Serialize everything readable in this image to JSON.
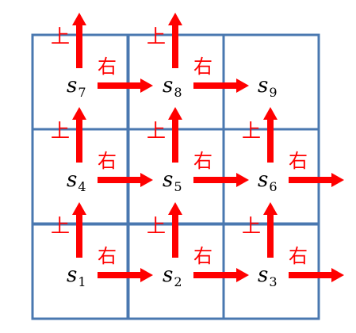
{
  "colors": {
    "grid": "#4a78b0",
    "arrow": "#ff0000",
    "label": "#ff0000",
    "text": "#000000"
  },
  "grid": {
    "rows": 3,
    "cols": 3
  },
  "states": [
    {
      "id": "s7",
      "letter": "s",
      "sub": "7",
      "row": 0,
      "col": 0
    },
    {
      "id": "s8",
      "letter": "s",
      "sub": "8",
      "row": 0,
      "col": 1
    },
    {
      "id": "s9",
      "letter": "s",
      "sub": "9",
      "row": 0,
      "col": 2
    },
    {
      "id": "s4",
      "letter": "s",
      "sub": "4",
      "row": 1,
      "col": 0
    },
    {
      "id": "s5",
      "letter": "s",
      "sub": "5",
      "row": 1,
      "col": 1
    },
    {
      "id": "s6",
      "letter": "s",
      "sub": "6",
      "row": 1,
      "col": 2
    },
    {
      "id": "s1",
      "letter": "s",
      "sub": "1",
      "row": 2,
      "col": 0
    },
    {
      "id": "s2",
      "letter": "s",
      "sub": "2",
      "row": 2,
      "col": 1
    },
    {
      "id": "s3",
      "letter": "s",
      "sub": "3",
      "row": 2,
      "col": 2
    }
  ],
  "actions": {
    "up_label": "上",
    "right_label": "右",
    "up_from": [
      "s7",
      "s8",
      "s4",
      "s5",
      "s6",
      "s1",
      "s2",
      "s3"
    ],
    "right_from": [
      "s7",
      "s8",
      "s4",
      "s5",
      "s6",
      "s1",
      "s2",
      "s3"
    ]
  }
}
